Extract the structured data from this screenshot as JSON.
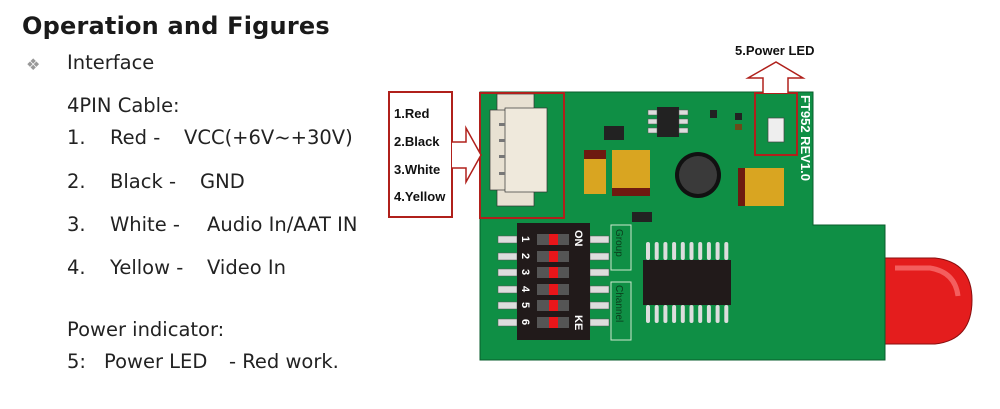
{
  "heading": "Operation and Figures",
  "section": {
    "bullet_icon": "diamond-cluster-icon",
    "label": "Interface"
  },
  "cable": {
    "title": "4PIN Cable:",
    "pins": [
      {
        "num": "1.",
        "color": "Red -",
        "function": "VCC(+6V~+30V)"
      },
      {
        "num": "2.",
        "color": "Black -",
        "function": "GND"
      },
      {
        "num": "3.",
        "color": "White -",
        "function": "Audio In/AAT IN"
      },
      {
        "num": "4.",
        "color": "Yellow -",
        "function": "Video In"
      }
    ]
  },
  "power": {
    "title": "Power indicator:",
    "num": "5:",
    "label": "Power LED",
    "desc": "- Red work."
  },
  "figure": {
    "cable_labels": [
      "1.Red",
      "2.Black",
      "3.White",
      "4.Yellow"
    ],
    "power_led_label": "5.Power LED",
    "board_rev": "FT952 REV1.0",
    "dip_on": "ON",
    "dip_ke": "KE",
    "dip_numbers": [
      "1",
      "2",
      "3",
      "4",
      "5",
      "6"
    ],
    "group_label": "Group",
    "channel_label": "Channel",
    "colors": {
      "board": "#0f8f45",
      "highlight": "#b0201b",
      "switch": "#e8161a"
    }
  }
}
